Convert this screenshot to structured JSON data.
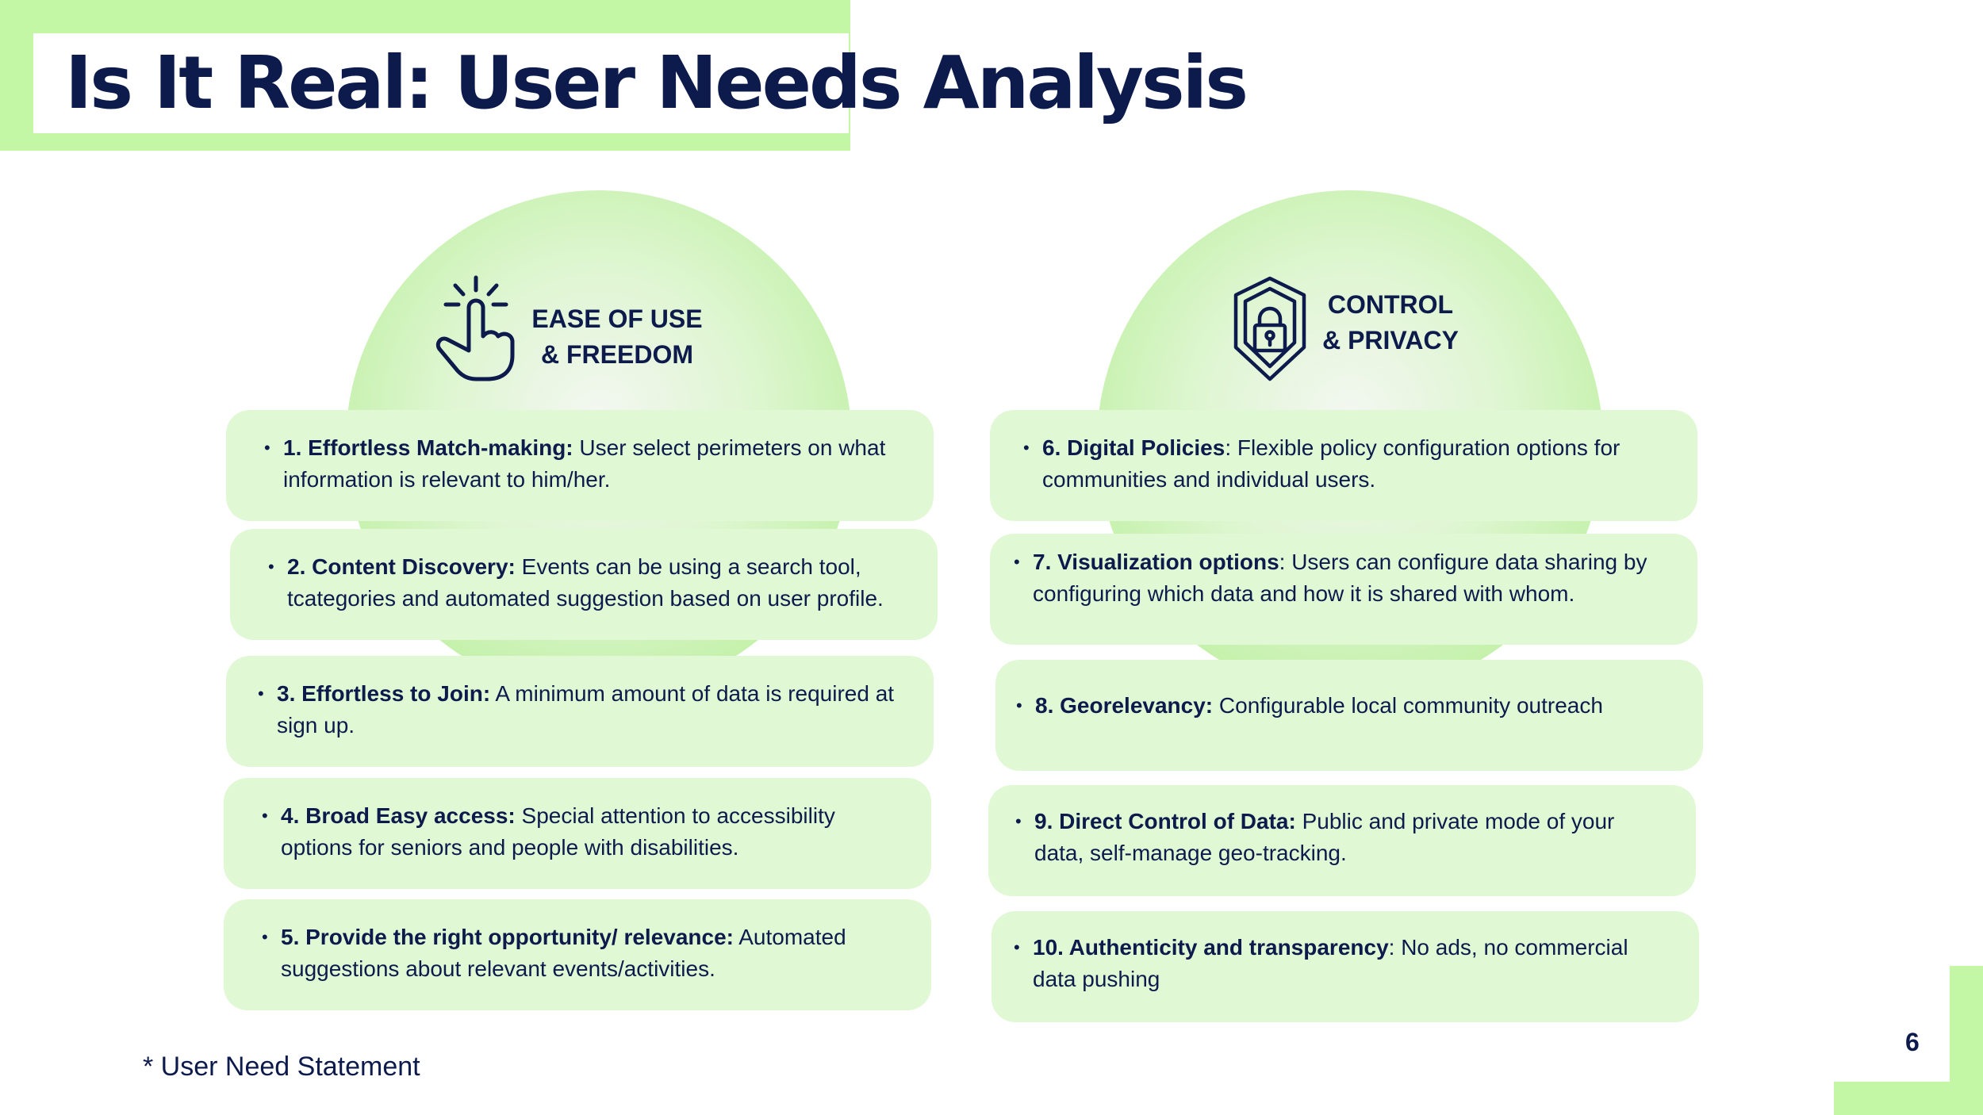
{
  "slide": {
    "title": "Is It Real: User Needs Analysis",
    "footnote": "* User Need Statement",
    "page_number": "6"
  },
  "colors": {
    "accent": "#c4f7a5",
    "card": "#e1f8d5",
    "circle": "#b8ef9c",
    "text": "#0d1b4c"
  },
  "groups": [
    {
      "icon": "tap-finger-icon",
      "heading_line1": "EASE OF USE",
      "heading_line2": "& FREEDOM",
      "items": [
        {
          "label": "1. Effortless Match-making:",
          "text": " User select perimeters on what information is relevant to him/her."
        },
        {
          "label": "2. Content Discovery:",
          "text": "  Events can be using a search tool, tcategories and automated suggestion based on user profile."
        },
        {
          "label": "3. Effortless to Join:",
          "text": " A minimum amount of data is required at sign up."
        },
        {
          "label": "4. Broad Easy access:",
          "text": " Special attention to accessibility options for seniors and people with disabilities."
        },
        {
          "label": "5. Provide the right opportunity/ relevance:",
          "text": "  Automated suggestions about relevant events/activities."
        }
      ]
    },
    {
      "icon": "shield-lock-icon",
      "heading_line1": "CONTROL",
      "heading_line2": "& PRIVACY",
      "items": [
        {
          "label": "6. Digital Policies",
          "text": ": Flexible policy configuration options for communities and individual users."
        },
        {
          "label": "7. Visualization options",
          "text": ": Users can configure data sharing by configuring which data and how it is shared with whom."
        },
        {
          "label": "8.  Georelevancy:",
          "text": " Configurable local community outreach"
        },
        {
          "label": "9. Direct Control of Data:",
          "text": " Public and private mode of your data, self-manage geo-tracking."
        },
        {
          "label": "10. Authenticity and transparency",
          "text": ": No ads, no commercial data pushing"
        }
      ]
    }
  ]
}
